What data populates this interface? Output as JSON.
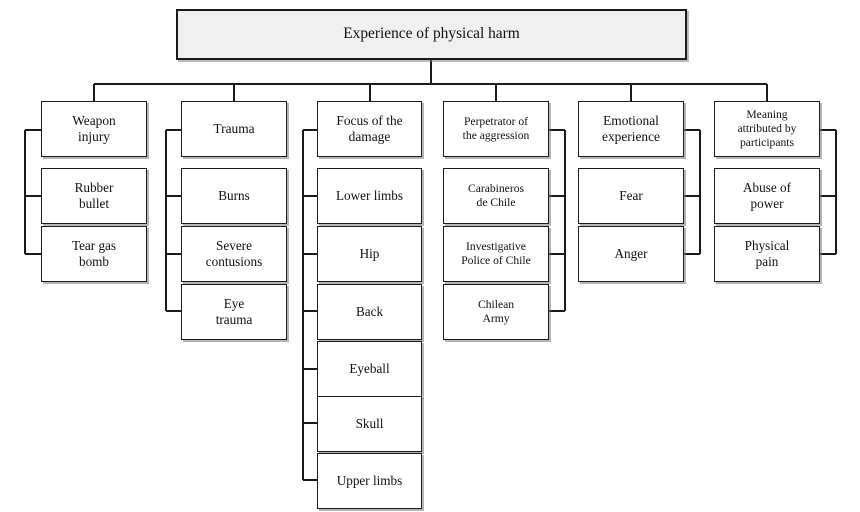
{
  "diagram": {
    "type": "hierarchy-tree",
    "title": "Experience of physical harm",
    "root": {
      "label": "Experience of physical harm",
      "fill": "#f0f0f0",
      "border": "#1b1b1b"
    },
    "columns": [
      {
        "id": "weapon-injury",
        "header": "Weapon injury",
        "bracket_side": "left",
        "items": [
          {
            "label": "Rubber bullet"
          },
          {
            "label": "Tear gas bomb"
          }
        ]
      },
      {
        "id": "trauma",
        "header": "Trauma",
        "bracket_side": "left",
        "items": [
          {
            "label": "Burns"
          },
          {
            "label": "Severe contusions"
          },
          {
            "label": "Eye trauma"
          }
        ]
      },
      {
        "id": "focus-of-the-damage",
        "header": "Focus of the damage",
        "bracket_side": "left",
        "items": [
          {
            "label": "Lower limbs"
          },
          {
            "label": "Hip"
          },
          {
            "label": "Back"
          },
          {
            "label": "Eyeball"
          },
          {
            "label": "Skull"
          },
          {
            "label": "Upper limbs"
          }
        ]
      },
      {
        "id": "perpetrator-of-the-aggression",
        "header": "Perpetrator of the aggression",
        "bracket_side": "right",
        "items": [
          {
            "label": "Carabineros de Chile"
          },
          {
            "label": "Investigative Police of Chile"
          },
          {
            "label": "Chilean Army"
          }
        ]
      },
      {
        "id": "emotional-experience",
        "header": "Emotional experience",
        "bracket_side": "right",
        "items": [
          {
            "label": "Fear"
          },
          {
            "label": "Anger"
          }
        ]
      },
      {
        "id": "meaning-attributed-by-participants",
        "header": "Meaning attributed by participants",
        "bracket_side": "right",
        "items": [
          {
            "label": "Abuse of power"
          },
          {
            "label": "Physical pain"
          }
        ]
      }
    ]
  },
  "labels": {
    "root": "Experience of physical harm",
    "c1_header": "Weapon injury",
    "c1_i1": "Rubber bullet",
    "c1_i2": "Tear gas bomb",
    "c2_header": "Trauma",
    "c2_i1": "Burns",
    "c2_i2": "Severe contusions",
    "c2_i3": "Eye trauma",
    "c3_header": "Focus of the damage",
    "c3_i1": "Lower limbs",
    "c3_i2": "Hip",
    "c3_i3": "Back",
    "c3_i4": "Eyeball",
    "c3_i5": "Skull",
    "c3_i6": "Upper limbs",
    "c4_header": "Perpetrator of the aggression",
    "c4_i1": "Carabineros de Chile",
    "c4_i2": "Investigative Police of Chile",
    "c4_i3": "Chilean Army",
    "c5_header": "Emotional experience",
    "c5_i1": "Fear",
    "c5_i2": "Anger",
    "c6_header": "Meaning attributed by participants",
    "c6_i1": "Abuse of power",
    "c6_i2": "Physical pain"
  },
  "lines": {
    "c1_header_l1": "Weapon",
    "c1_header_l2": "injury",
    "c1_i1_l1": "Rubber",
    "c1_i1_l2": "bullet",
    "c1_i2_l1": "Tear gas",
    "c1_i2_l2": "bomb",
    "c2_i2_l1": "Severe",
    "c2_i2_l2": "contusions",
    "c2_i3_l1": "Eye",
    "c2_i3_l2": "trauma",
    "c3_header_l1": "Focus of the",
    "c3_header_l2": "damage",
    "c4_header_l1": "Perpetrator of",
    "c4_header_l2": "the aggression",
    "c4_i1_l1": "Carabineros",
    "c4_i1_l2": "de Chile",
    "c4_i2_l1": "Investigative",
    "c4_i2_l2": "Police of Chile",
    "c4_i3_l1": "Chilean",
    "c4_i3_l2": "Army",
    "c5_header_l1": "Emotional",
    "c5_header_l2": "experience",
    "c6_header_l1": "Meaning",
    "c6_header_l2": "attributed by",
    "c6_header_l3": "participants",
    "c6_i1_l1": "Abuse of",
    "c6_i1_l2": "power",
    "c6_i2_l1": "Physical",
    "c6_i2_l2": "pain"
  }
}
